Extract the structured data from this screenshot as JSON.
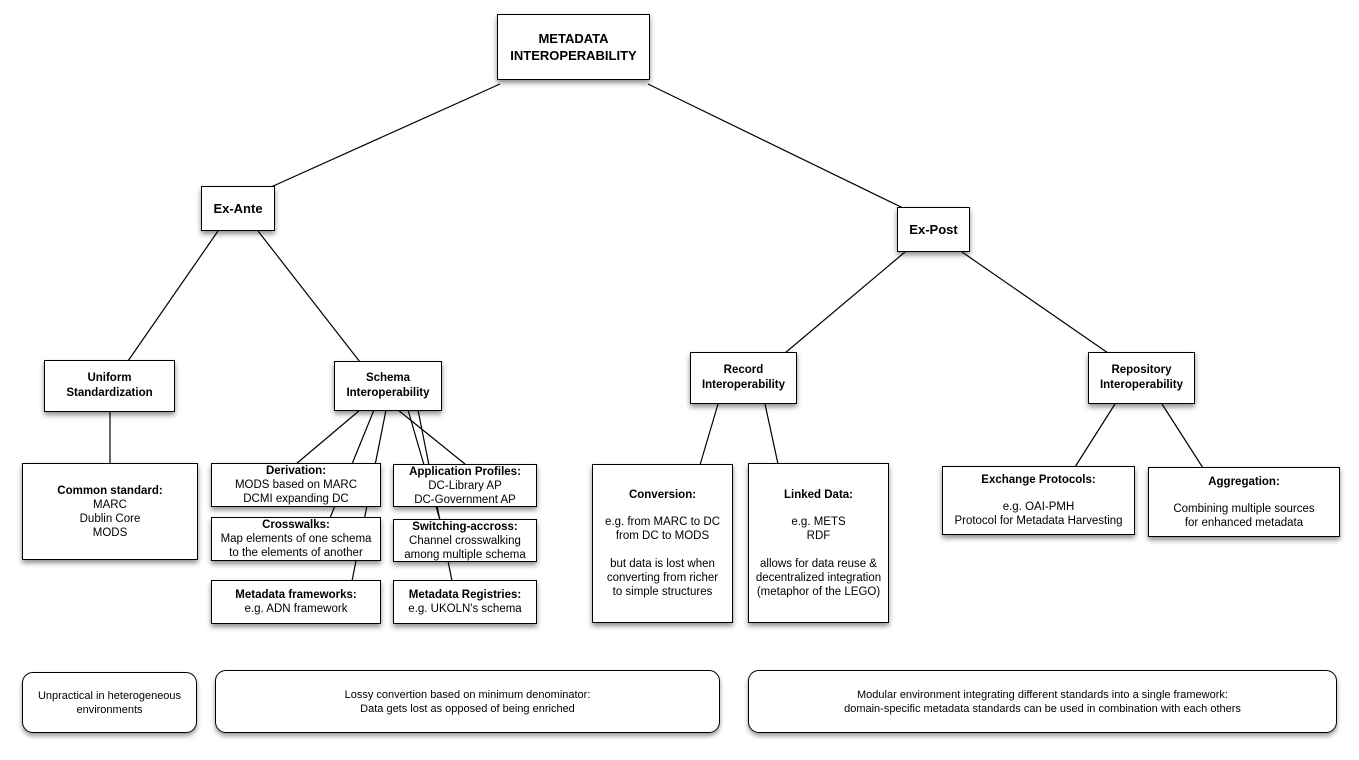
{
  "diagram": {
    "root": {
      "label": "METADATA\nINTEROPERABILITY"
    },
    "branches": {
      "ex_ante": {
        "label": "Ex-Ante"
      },
      "ex_post": {
        "label": "Ex-Post"
      }
    },
    "categories": {
      "uniform_standardization": {
        "label": "Uniform\nStandardization"
      },
      "schema_interoperability": {
        "label": "Schema\nInteroperability"
      },
      "record_interoperability": {
        "label": "Record\nInteroperability"
      },
      "repository_interoperability": {
        "label": "Repository\nInteroperability"
      }
    },
    "leaves": {
      "common_standard": {
        "title": "Common standard:",
        "body": "MARC\nDublin Core\nMODS"
      },
      "derivation": {
        "title": "Derivation:",
        "body": "MODS based on MARC\nDCMI expanding DC"
      },
      "crosswalks": {
        "title": "Crosswalks:",
        "body": "Map elements of one schema\nto the elements of another"
      },
      "metadata_frameworks": {
        "title": "Metadata frameworks:",
        "body": "e.g. ADN framework"
      },
      "application_profiles": {
        "title": "Application Profiles:",
        "body": "DC-Library AP\nDC-Government AP"
      },
      "switching_accross": {
        "title": "Switching-accross:",
        "body": "Channel crosswalking\namong multiple schema"
      },
      "metadata_registries": {
        "title": "Metadata Registries:",
        "body": "e.g. UKOLN's schema"
      },
      "conversion": {
        "title": "Conversion:",
        "body": "e.g. from MARC to DC\nfrom DC to MODS\n\nbut data is lost when\nconverting from richer\nto simple structures"
      },
      "linked_data": {
        "title": "Linked Data:",
        "body": "e.g. METS\nRDF\n\nallows for data reuse &\ndecentralized integration\n(metaphor of the LEGO)"
      },
      "exchange_protocols": {
        "title": "Exchange Protocols:",
        "body": "e.g. OAI-PMH\nProtocol for Metadata Harvesting"
      },
      "aggregation": {
        "title": "Aggregation:",
        "body": "Combining multiple sources\nfor enhanced metadata"
      }
    },
    "notes": {
      "ex_ante_note": "Unpractical in heterogeneous\nenvironments",
      "schema_note": "Lossy convertion based on minimum denominator:\nData gets lost as opposed of being enriched",
      "ex_post_note": "Modular environment integrating different standards into a single framework:\ndomain-specific metadata standards can be used in combination with each others"
    },
    "colors": {
      "background": "#ffffff",
      "box_bg": "#ffffff",
      "box_border": "#000000",
      "text": "#000000"
    }
  }
}
